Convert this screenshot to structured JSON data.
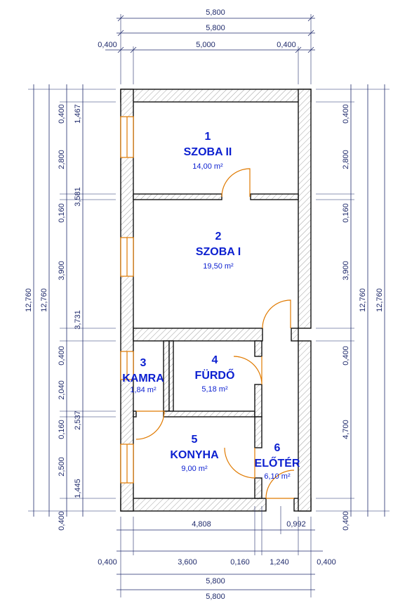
{
  "rooms": [
    {
      "number": "1",
      "name": "SZOBA II",
      "area": "14,00 m²"
    },
    {
      "number": "2",
      "name": "SZOBA I",
      "area": "19,50 m²"
    },
    {
      "number": "3",
      "name": "KAMRA",
      "area": "1,84 m²"
    },
    {
      "number": "4",
      "name": "FÜRDŐ",
      "area": "5,18 m²"
    },
    {
      "number": "5",
      "name": "KONYHA",
      "area": "9,00 m²"
    },
    {
      "number": "6",
      "name": "ELŐTÉR",
      "area": "6,10 m²"
    }
  ],
  "dims": {
    "top_total_1": "5,800",
    "top_total_2": "5,800",
    "top_left_wall": "0,400",
    "top_inner": "5,000",
    "top_right_wall": "0,400",
    "bottom_a": "4,808",
    "bottom_b": "0,992",
    "bottom_wall_left": "0,400",
    "bottom_kitchen": "3,600",
    "bottom_partition": "0,160",
    "bottom_hall": "1,240",
    "bottom_wall_right": "0,400",
    "bottom_total_1": "5,800",
    "bottom_total_2": "5,800",
    "left_total_outer": "12,760",
    "left_total_inner": "12,760",
    "right_total_inner": "12,760",
    "right_total_outer": "12,760",
    "left_walls": [
      "0,400",
      "2,800",
      "0,160",
      "3,900",
      "0,400",
      "2,040",
      "0,160",
      "2,500",
      "0,400"
    ],
    "left_windows": [
      "1,467",
      "3,581",
      "3,731",
      "2,537",
      "1,445"
    ],
    "right_walls": [
      "0,400",
      "2,800",
      "0,160",
      "3,900",
      "0,400",
      "4,700",
      "0,400"
    ]
  }
}
